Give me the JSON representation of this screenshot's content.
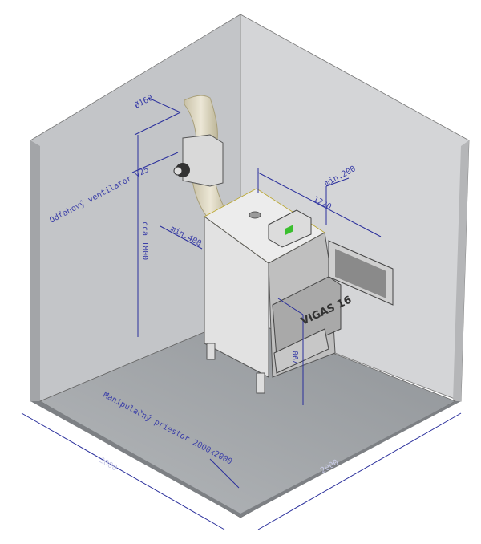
{
  "labels": {
    "diameter": "Ø160",
    "fan": "Odťahový ventilátor V25",
    "height": "cca 1800",
    "min_left": "min.400",
    "depth": "1220",
    "min_right": "min.200",
    "brand": "VIGAS 16",
    "door_height": "790",
    "area": "Manipulačný priestor 2000x2000",
    "width_left": "2000",
    "width_right": "2000"
  },
  "colors": {
    "dimension": "#2a2f9c",
    "wall": "#c3c5c8",
    "floor": "#9ea2a6"
  }
}
